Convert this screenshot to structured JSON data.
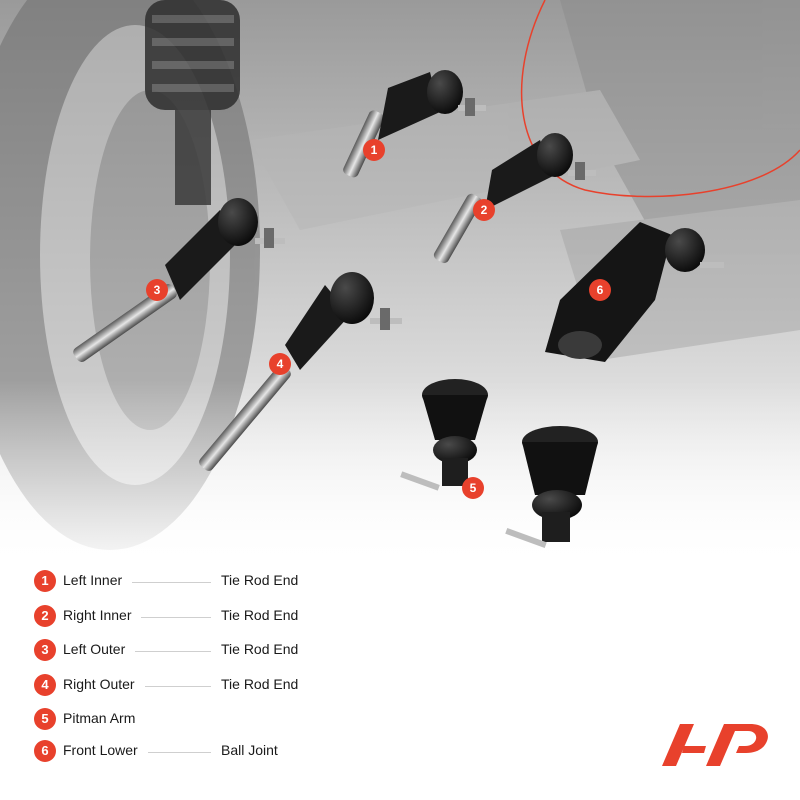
{
  "brand": {
    "accent_color": "#e8412c",
    "logo_icon": "ap-logo-icon"
  },
  "callouts": [
    {
      "number": "1",
      "part_icon": "tie-rod-end-icon"
    },
    {
      "number": "2",
      "part_icon": "tie-rod-end-icon"
    },
    {
      "number": "3",
      "part_icon": "tie-rod-end-icon"
    },
    {
      "number": "4",
      "part_icon": "tie-rod-end-icon"
    },
    {
      "number": "5",
      "part_icon": "ball-joint-icon"
    },
    {
      "number": "6",
      "part_icon": "pitman-arm-icon"
    }
  ],
  "legend": [
    {
      "number": "1",
      "label": "Left Inner",
      "type": "Tie Rod End"
    },
    {
      "number": "2",
      "label": "Right Inner",
      "type": "Tie Rod End"
    },
    {
      "number": "3",
      "label": "Left Outer",
      "type": "Tie Rod End"
    },
    {
      "number": "4",
      "label": "Right Outer",
      "type": "Tie Rod End"
    },
    {
      "number": "5",
      "label": "Pitman Arm",
      "type": ""
    },
    {
      "number": "6",
      "label": "Front Lower",
      "type": "Ball Joint"
    }
  ]
}
